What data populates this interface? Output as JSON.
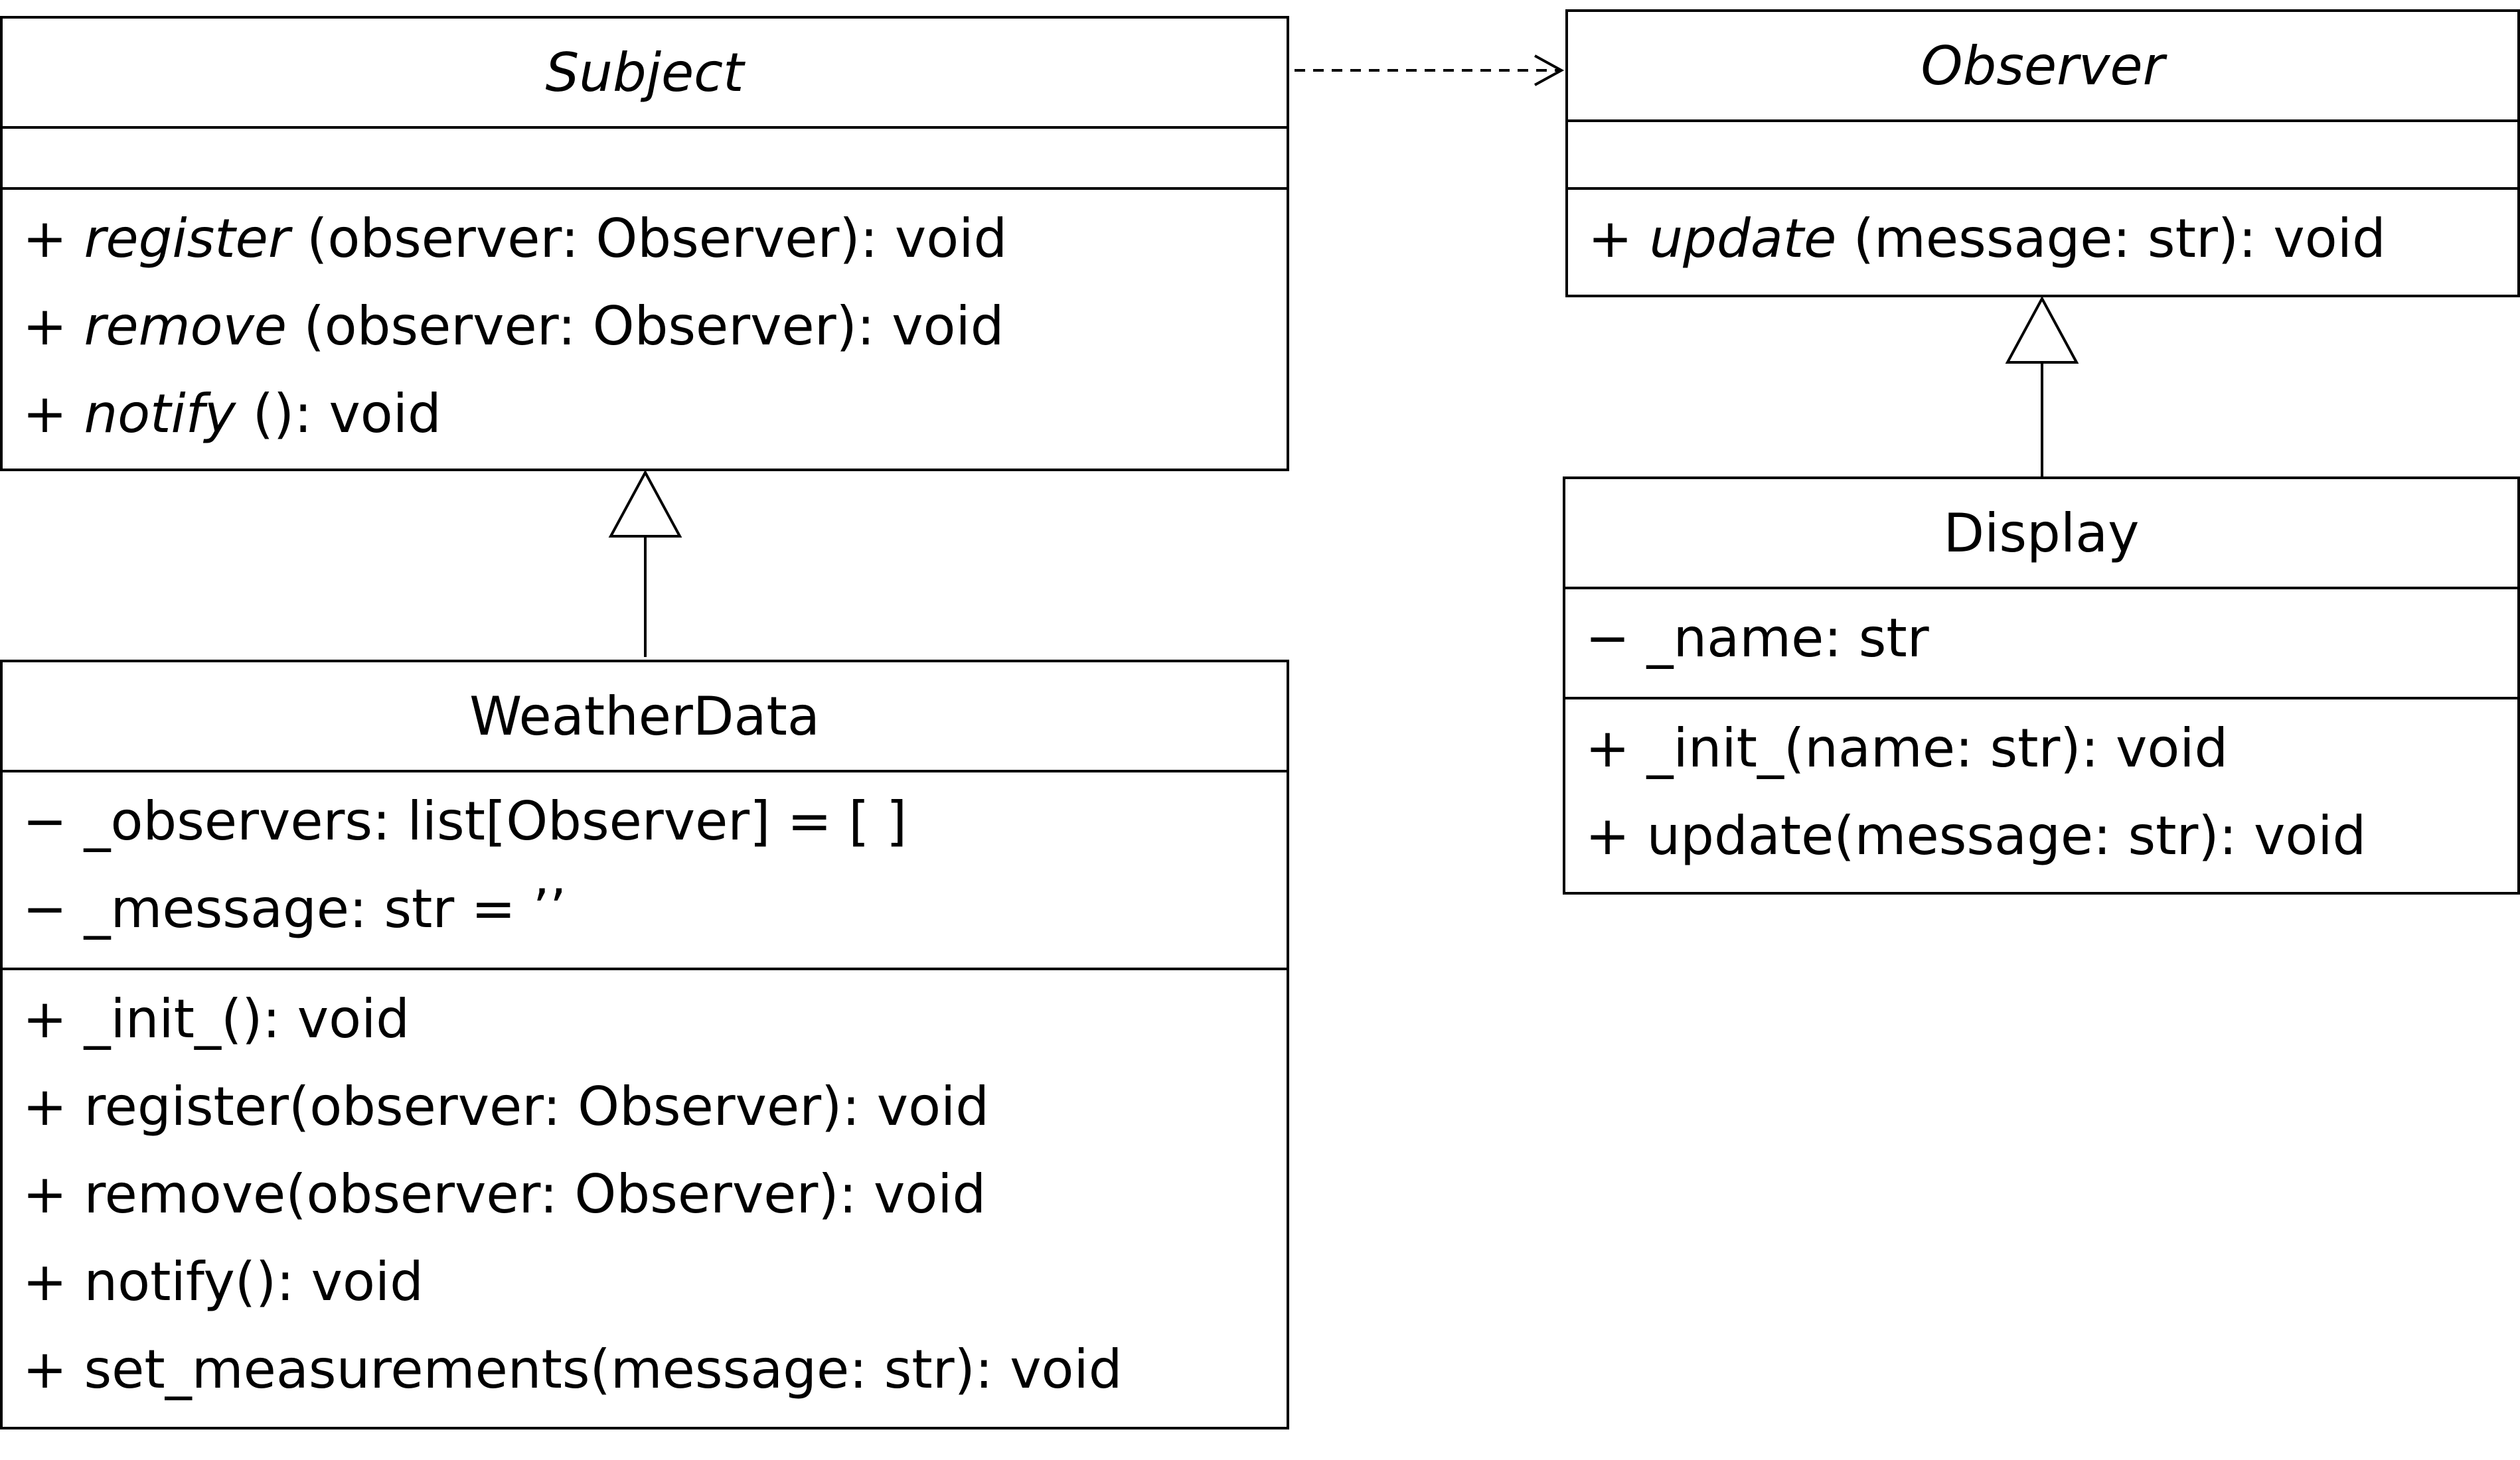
{
  "diagram": {
    "classes": {
      "subject": {
        "name": "Subject",
        "attributes": [],
        "operations": [
          {
            "visibility": "+",
            "name": "register",
            "signature": " (observer: Observer): void"
          },
          {
            "visibility": "+",
            "name": "remove",
            "signature": " (observer: Observer): void"
          },
          {
            "visibility": "+",
            "name": "notify",
            "signature": " (): void"
          }
        ]
      },
      "observer": {
        "name": "Observer",
        "attributes": [],
        "operations": [
          {
            "visibility": "+",
            "name": "update",
            "signature": " (message: str): void"
          }
        ]
      },
      "weatherdata": {
        "name": "WeatherData",
        "attributes": [
          "− _observers: list[Observer] = [ ]",
          "− _message: str = ’’"
        ],
        "operations": [
          "+ _init_(): void",
          "+ register(observer: Observer): void",
          "+ remove(observer: Observer): void",
          "+ notify(): void",
          "+ set_measurements(message: str): void"
        ]
      },
      "display": {
        "name": "Display",
        "attributes": [
          "− _name: str"
        ],
        "operations": [
          "+ _init_(name: str): void",
          "+ update(message: str): void"
        ]
      }
    },
    "relationships": [
      {
        "type": "dependency",
        "from": "Subject",
        "to": "Observer"
      },
      {
        "type": "inheritance",
        "from": "WeatherData",
        "to": "Subject"
      },
      {
        "type": "inheritance",
        "from": "Display",
        "to": "Observer"
      }
    ]
  }
}
